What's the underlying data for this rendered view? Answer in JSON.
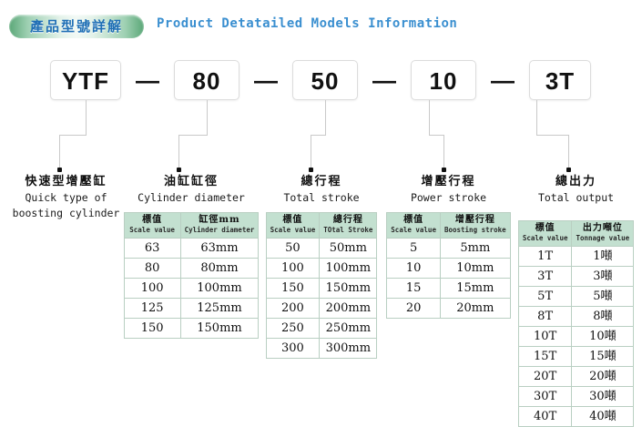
{
  "header": {
    "badge_cn": "產品型號詳解",
    "title_en": "Product Detatailed Models Information",
    "badge_color": "#5aa777",
    "title_color": "#3a8fd0"
  },
  "model_code": {
    "segments": [
      "YTF",
      "80",
      "50",
      "10",
      "3T"
    ],
    "separator": "—"
  },
  "columns": [
    {
      "cn": "快速型增壓缸",
      "en_line1": "Quick type of",
      "en_line2": "boosting cylinder",
      "table": null
    },
    {
      "cn": "油缸缸徑",
      "en_line1": "Cylinder diameter",
      "en_line2": "",
      "table": {
        "headers": [
          {
            "cn": "標值",
            "en": "Scale value"
          },
          {
            "cn": "缸徑mm",
            "en": "Cylinder diameter"
          }
        ],
        "rows": [
          [
            "63",
            "63mm"
          ],
          [
            "80",
            "80mm"
          ],
          [
            "100",
            "100mm"
          ],
          [
            "125",
            "125mm"
          ],
          [
            "150",
            "150mm"
          ]
        ]
      }
    },
    {
      "cn": "總行程",
      "en_line1": "Total stroke",
      "en_line2": "",
      "table": {
        "headers": [
          {
            "cn": "標值",
            "en": "Scale value"
          },
          {
            "cn": "總行程",
            "en": "TOtal Stroke"
          }
        ],
        "rows": [
          [
            "50",
            "50mm"
          ],
          [
            "100",
            "100mm"
          ],
          [
            "150",
            "150mm"
          ],
          [
            "200",
            "200mm"
          ],
          [
            "250",
            "250mm"
          ],
          [
            "300",
            "300mm"
          ]
        ]
      }
    },
    {
      "cn": "增壓行程",
      "en_line1": "Power stroke",
      "en_line2": "",
      "table": {
        "headers": [
          {
            "cn": "標值",
            "en": "Scale value"
          },
          {
            "cn": "增壓行程",
            "en": "Boosting stroke"
          }
        ],
        "rows": [
          [
            "5",
            "5mm"
          ],
          [
            "10",
            "10mm"
          ],
          [
            "15",
            "15mm"
          ],
          [
            "20",
            "20mm"
          ]
        ]
      }
    },
    {
      "cn": "總出力",
      "en_line1": "Total output",
      "en_line2": "",
      "table": {
        "headers": [
          {
            "cn": "標值",
            "en": "Scale value"
          },
          {
            "cn": "出力噸位",
            "en": "Tonnage value"
          }
        ],
        "rows": [
          [
            "1T",
            "1噸"
          ],
          [
            "3T",
            "3噸"
          ],
          [
            "5T",
            "5噸"
          ],
          [
            "8T",
            "8噸"
          ],
          [
            "10T",
            "10噸"
          ],
          [
            "15T",
            "15噸"
          ],
          [
            "20T",
            "20噸"
          ],
          [
            "30T",
            "30噸"
          ],
          [
            "40T",
            "40噸"
          ]
        ]
      }
    }
  ]
}
